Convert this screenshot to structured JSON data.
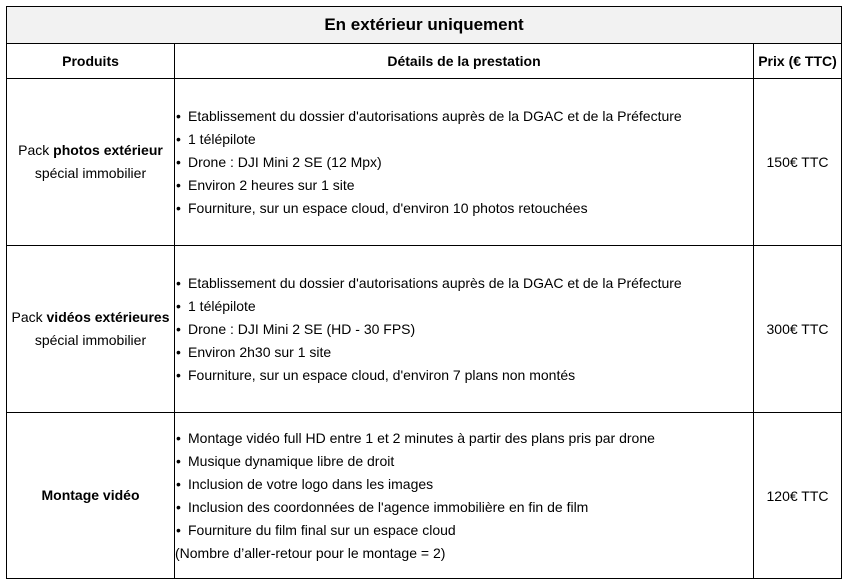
{
  "title": "En extérieur uniquement",
  "headers": {
    "products": "Produits",
    "details": "Détails de la prestation",
    "price": "Prix (€ TTC)"
  },
  "rows": [
    {
      "product_prefix": "Pack ",
      "product_bold": "photos extérieur",
      "product_suffix": "spécial immobilier",
      "details": [
        "Etablissement du dossier d'autorisations auprès de la DGAC et de la Préfecture",
        "1 télépilote",
        "Drone : DJI Mini 2 SE (12 Mpx)",
        "Environ 2 heures sur 1 site",
        "Fourniture, sur un espace cloud, d'environ 10 photos retouchées"
      ],
      "price": "150€ TTC"
    },
    {
      "product_prefix": "Pack ",
      "product_bold": "vidéos extérieures",
      "product_suffix": "spécial immobilier",
      "details": [
        "Etablissement du dossier d'autorisations auprès de la DGAC et de la Préfecture",
        "1 télépilote",
        "Drone : DJI Mini 2 SE (HD - 30 FPS)",
        "Environ 2h30 sur 1 site",
        "Fourniture, sur un espace cloud, d'environ 7 plans non montés"
      ],
      "price": "300€ TTC"
    },
    {
      "product_bold": "Montage vidéo",
      "details": [
        "Montage vidéo full HD entre 1 et 2 minutes à partir des plans pris par drone",
        "Musique dynamique libre de droit",
        "Inclusion de votre logo dans les images",
        "Inclusion des coordonnées de l'agence immobilière en fin de film",
        "Fourniture du film final sur un espace cloud"
      ],
      "note": "(Nombre d’aller-retour pour le montage = 2)",
      "price": "120€ TTC"
    }
  ],
  "bullet_glyph": "•"
}
